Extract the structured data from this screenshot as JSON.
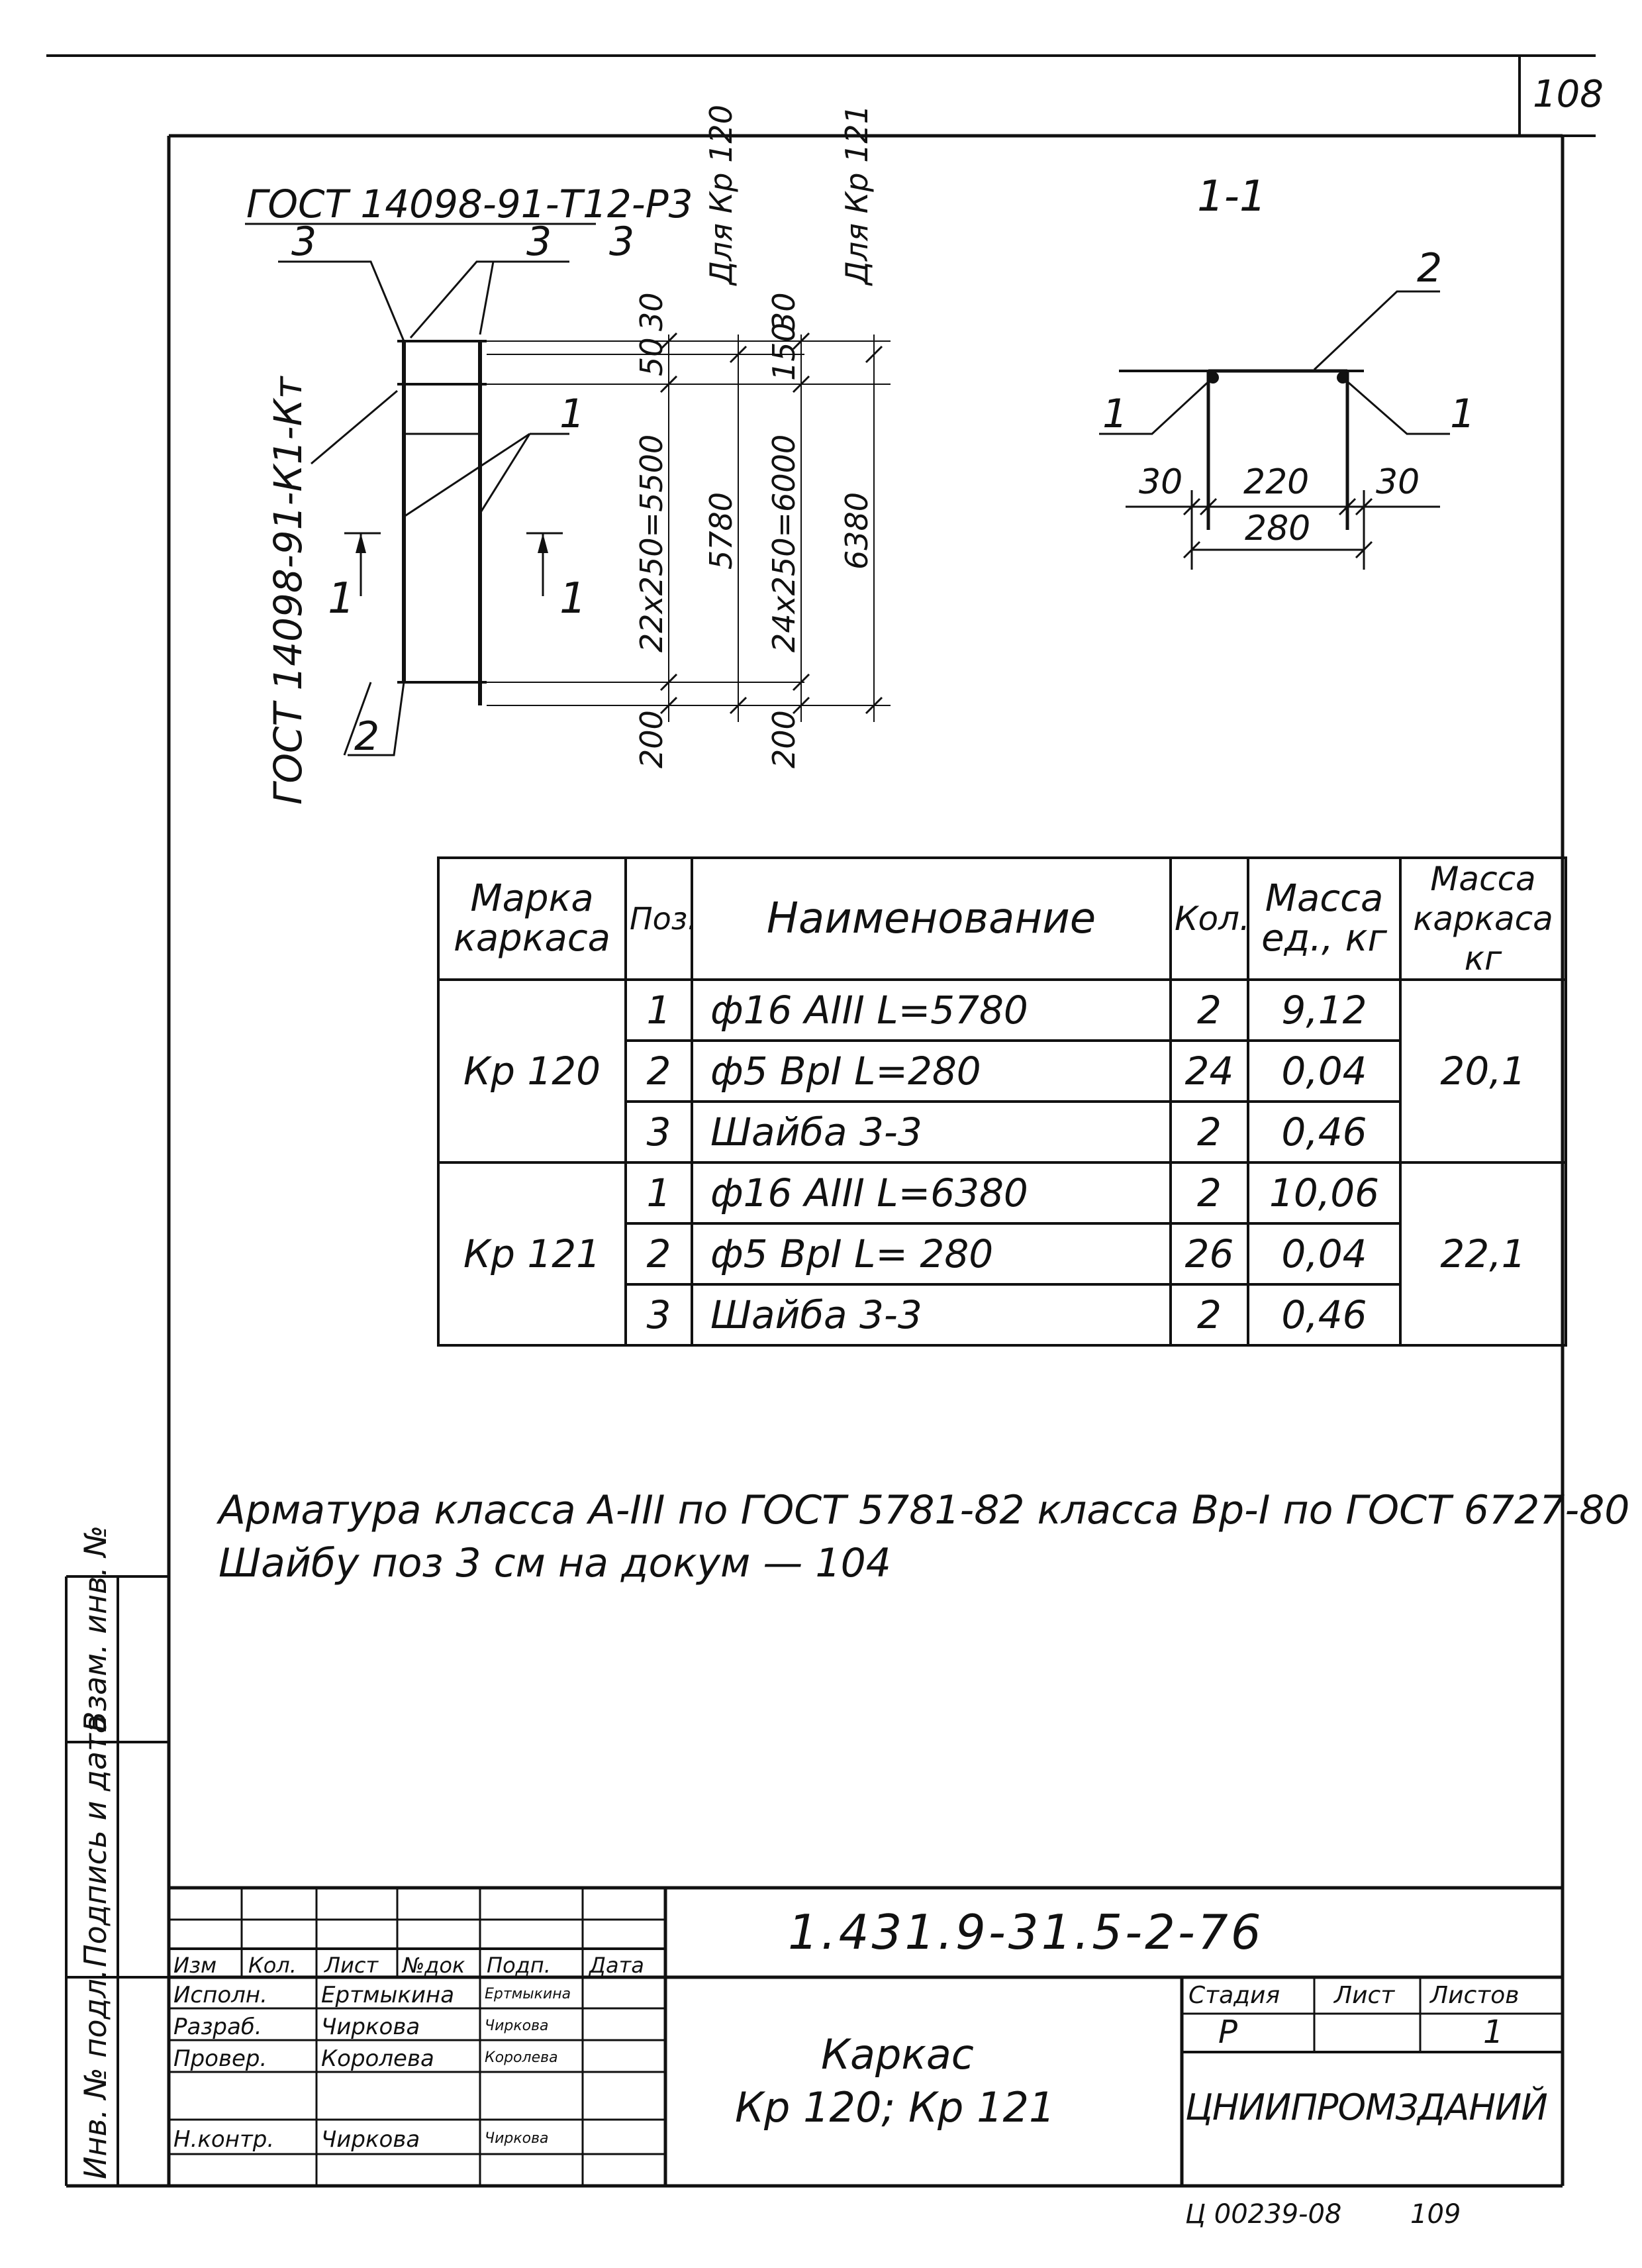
{
  "page_number": "108",
  "drawing": {
    "section_label": "1-1",
    "gost_top": "ГОСТ 14098-91-Т12-Р3",
    "gost_side": "ГОСТ 14098-91-К1-Кт",
    "callouts": [
      "3",
      "3",
      "3",
      "1",
      "1",
      "1",
      "2",
      "2",
      "1",
      "1"
    ],
    "dims_vertical": {
      "top": "30",
      "d50": "50",
      "pitch_120": "22x250=5500",
      "len_120": "5780",
      "bottom_120": "200",
      "top2": "30",
      "d150": "150",
      "pitch_121": "24x250=6000",
      "len_121": "6380",
      "bottom_121": "200",
      "label_120": "Для Кр 120",
      "label_121": "Для Кр 121"
    },
    "dims_section": {
      "left": "30",
      "mid": "220",
      "right": "30",
      "total": "280"
    }
  },
  "spec_table": {
    "headers": [
      "Марка каркаса",
      "Поз.",
      "Наименование",
      "Кол.",
      "Масса ед., кг",
      "Масса каркаса кг"
    ],
    "groups": [
      {
        "mark": "Кр 120",
        "total": "20,1",
        "rows": [
          {
            "pos": "1",
            "name": "ф16 АIII  L=5780",
            "qty": "2",
            "mass": "9,12"
          },
          {
            "pos": "2",
            "name": "ф5 ВрI  L=280",
            "qty": "24",
            "mass": "0,04"
          },
          {
            "pos": "3",
            "name": "Шайба 3-3",
            "qty": "2",
            "mass": "0,46"
          }
        ]
      },
      {
        "mark": "Кр 121",
        "total": "22,1",
        "rows": [
          {
            "pos": "1",
            "name": "ф16 АIII  L=6380",
            "qty": "2",
            "mass": "10,06"
          },
          {
            "pos": "2",
            "name": "ф5 ВрI  L= 280",
            "qty": "26",
            "mass": "0,04"
          },
          {
            "pos": "3",
            "name": "Шайба 3-3",
            "qty": "2",
            "mass": "0,46"
          }
        ]
      }
    ]
  },
  "notes": [
    "Арматура класса А-III по ГОСТ 5781-82 класса Вр-I по ГОСТ 6727-80",
    "Шайбу поз 3 см на докум — 104"
  ],
  "side_stamp": [
    "Инв. № подл.",
    "Подпись и дата",
    "Взам. инв. №"
  ],
  "title_block": {
    "doc_code": "1.431.9-31.5-2-76",
    "header_cols": [
      "Изм",
      "Кол.",
      "Лист",
      "№док",
      "Подп.",
      "Дата"
    ],
    "roles": [
      {
        "role": "Исполн.",
        "name": "Ертмыкина",
        "sign": "Ертмыкина"
      },
      {
        "role": "Разраб.",
        "name": "Чиркова",
        "sign": "Чиркова"
      },
      {
        "role": "Провер.",
        "name": "Королева",
        "sign": "Королева"
      },
      {
        "role": "Н.контр.",
        "name": "Чиркова",
        "sign": "Чиркова"
      }
    ],
    "title_line1": "Каркас",
    "title_line2": "Кр 120; Кр 121",
    "stage_label": "Стадия",
    "sheet_label": "Лист",
    "sheets_label": "Листов",
    "stage": "Р",
    "sheets": "1",
    "org": "ЦНИИПРОМЗДАНИЙ"
  },
  "footer": {
    "archive_code": "Ц 00239-08",
    "page": "109"
  }
}
